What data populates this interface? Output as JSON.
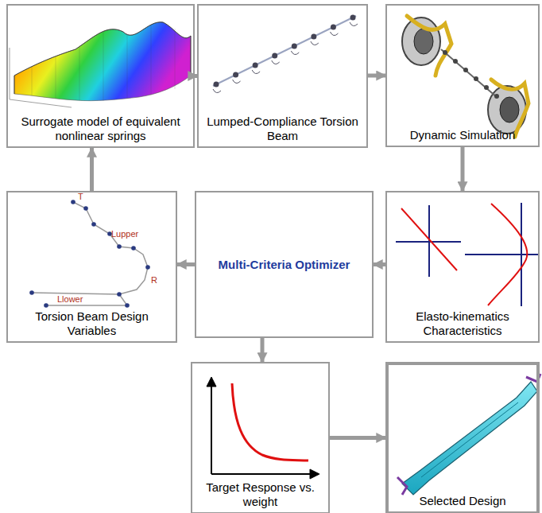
{
  "diagram": {
    "nodes": [
      {
        "text": [
          "Surrogate model of equivalent nonlinear springs"
        ]
      },
      {
        "text": [
          "Lumped-Compliance Torsion Beam"
        ]
      },
      {
        "text": [
          "Dynamic Simulation"
        ]
      },
      {
        "text": [
          "Torsion Beam Design Variables"
        ]
      },
      {
        "text": [
          "Multi-Criteria Optimizer"
        ]
      },
      {
        "text": [
          "Elasto-kinematics Characteristics"
        ]
      },
      {
        "text": [
          "Target Response vs. weight"
        ]
      },
      {
        "text": [
          "Selected Design"
        ]
      }
    ],
    "edges": [
      {
        "from": 0,
        "to": 1,
        "arrow": "to"
      },
      {
        "from": 1,
        "to": 2,
        "arrow": "to"
      },
      {
        "from": 2,
        "to": 5,
        "arrow": "to"
      },
      {
        "from": 5,
        "to": 4,
        "arrow": "to"
      },
      {
        "from": 4,
        "to": 3,
        "arrow": "to"
      },
      {
        "from": 3,
        "to": 0,
        "arrow": "to"
      },
      {
        "from": 4,
        "to": 6,
        "arrow": "to"
      },
      {
        "from": 6,
        "to": 7,
        "arrow": "to"
      }
    ],
    "labels": [
      "T",
      "Lupper",
      "R",
      "Llower"
    ]
  }
}
